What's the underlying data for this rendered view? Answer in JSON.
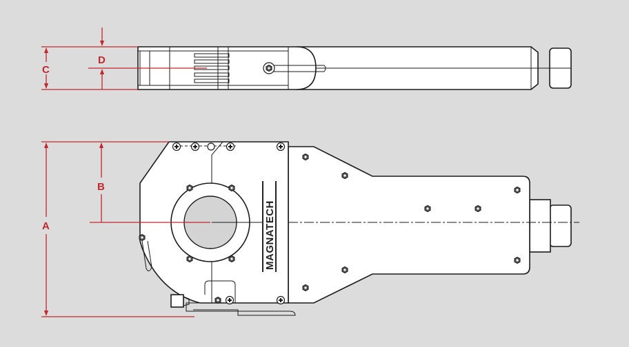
{
  "dimensions": {
    "a": "A",
    "b": "B",
    "c": "C",
    "d": "D"
  },
  "brand_label": "MAGNATECH",
  "colors": {
    "background": "#dcdcdc",
    "dimension": "#c1272d",
    "outline": "#1a1a1a",
    "bore": "#d4d4d4"
  }
}
